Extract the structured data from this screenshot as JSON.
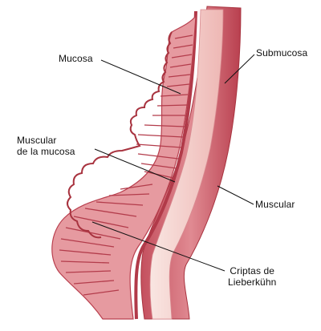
{
  "labels": {
    "mucosa": "Mucosa",
    "submucosa": "Submucosa",
    "muscular_mucosa": "Muscular\nde la mucosa",
    "muscular": "Muscular",
    "criptas": "Criptas de\nLieberkühn"
  },
  "colors": {
    "tissue_dark": "#b9404f",
    "tissue_mid": "#d9727d",
    "tissue_light": "#f2c6c3",
    "submucosa_pale": "#f6dcd8",
    "leader_line": "#111111"
  }
}
